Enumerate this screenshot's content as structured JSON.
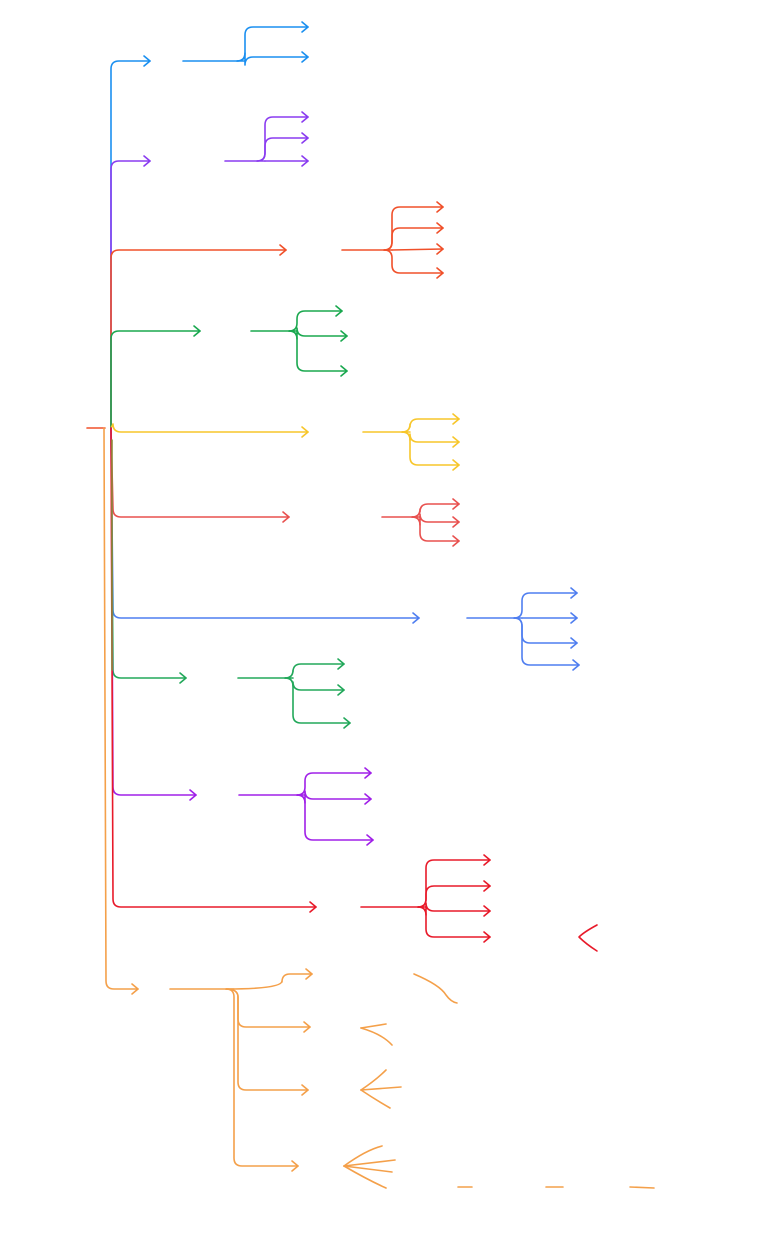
{
  "colors": {
    "blue": "#1a8ff0",
    "purple": "#8a3cf0",
    "orange_red": "#f0502a",
    "green": "#1aa84f",
    "yellow": "#f7c62a",
    "coral": "#e8514f",
    "periwinkle": "#4f7ef0",
    "green2": "#22a85a",
    "magenta": "#a020e8",
    "red": "#e81a2a",
    "orange": "#f4a04a",
    "trunk_olive": "#8a8a3a"
  },
  "branches": [
    {
      "id": "branch-1",
      "color": "blue",
      "children": 2
    },
    {
      "id": "branch-2",
      "color": "purple",
      "children": 3
    },
    {
      "id": "branch-3",
      "color": "orange_red",
      "children": 4
    },
    {
      "id": "branch-4",
      "color": "green",
      "children": 3
    },
    {
      "id": "branch-5",
      "color": "yellow",
      "children": 3
    },
    {
      "id": "branch-6",
      "color": "coral",
      "children": 3
    },
    {
      "id": "branch-7",
      "color": "periwinkle",
      "children": 4
    },
    {
      "id": "branch-8",
      "color": "green2",
      "children": 3
    },
    {
      "id": "branch-9",
      "color": "magenta",
      "children": 3
    },
    {
      "id": "branch-10",
      "color": "red",
      "children": 4
    },
    {
      "id": "branch-11",
      "color": "orange",
      "children": 4
    }
  ]
}
